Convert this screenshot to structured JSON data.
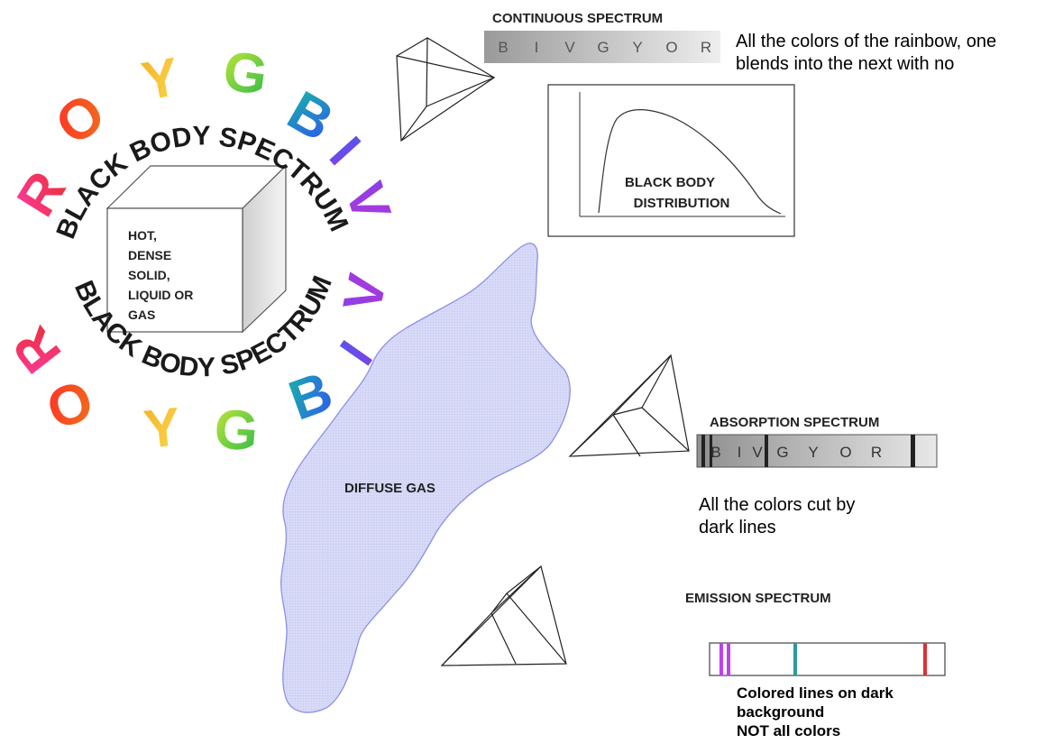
{
  "letters_upper": [
    "R",
    "O",
    "Y",
    "G",
    "B",
    "I",
    "V"
  ],
  "letters_lower": [
    "R",
    "O",
    "Y",
    "G",
    "B",
    "I",
    "V"
  ],
  "arc_text_top": "BLACK BODY SPECTRUM",
  "arc_text_bottom": "BLACK BODY SPECTRUM",
  "cube_text": [
    "HOT,",
    "DENSE",
    "SOLID,",
    "LIQUID OR",
    "GAS"
  ],
  "continuous": {
    "title": "CONTINUOUS SPECTRUM",
    "letters": [
      "B",
      "I",
      "V",
      "G",
      "Y",
      "O",
      "R"
    ],
    "description_lines": [
      "All the colors of the rainbow, one",
      "blends into the next with no"
    ]
  },
  "blackbody": {
    "label_lines": [
      "BLACK BODY",
      "DISTRIBUTION"
    ]
  },
  "gas_label": "DIFFUSE GAS",
  "absorption": {
    "title": "ABSORPTION  SPECTRUM",
    "letters": [
      "B",
      "I",
      "V",
      "G",
      "Y",
      "O",
      "R"
    ],
    "description_lines": [
      "All the colors cut by",
      "dark lines"
    ]
  },
  "emission": {
    "title": "EMISSION  SPECTRUM",
    "line_colors": [
      "#c040f0",
      "#c040f0",
      "#2a9a9a",
      "#e03030"
    ],
    "description_lines": [
      "Colored lines on dark",
      "background",
      "NOT all colors"
    ]
  },
  "colors": {
    "red": "#e83050",
    "magenta": "#e040c0",
    "orange": "#f05818",
    "yellow": "#f4c030",
    "green": "#4ec83a",
    "blue": "#2c63f0",
    "violet": "#8a3ce0",
    "gas_fill": "#d6d8f6",
    "gas_stroke": "#8d90e6"
  }
}
